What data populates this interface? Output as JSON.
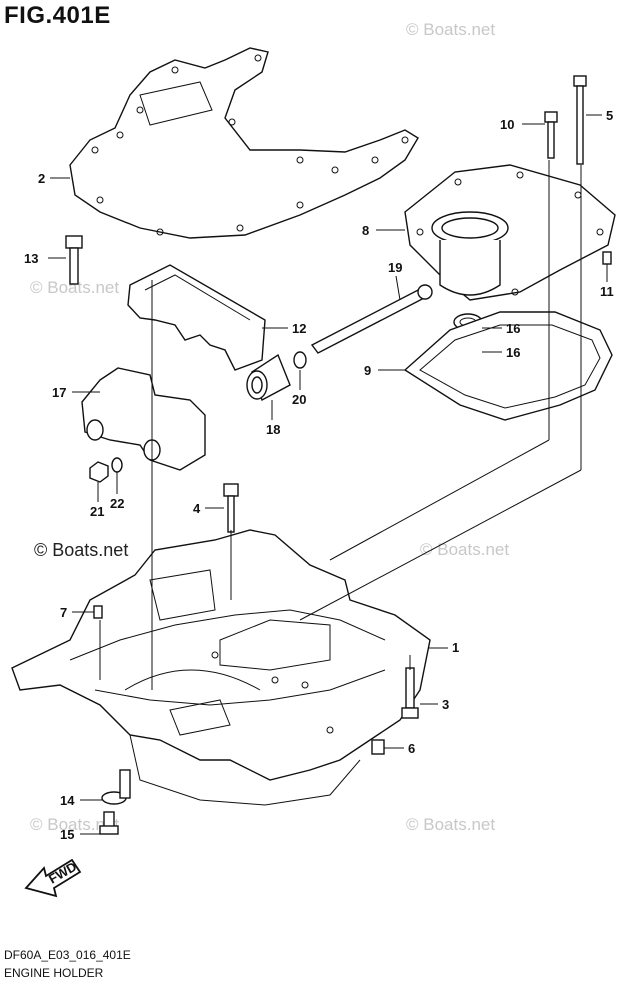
{
  "figure": {
    "title": "FIG.401E",
    "code": "DF60A_E03_016_401E",
    "description": "ENGINE HOLDER",
    "fwd_label": "FWD"
  },
  "watermarks": [
    "© Boats.net",
    "© Boats.net",
    "© Boats.net",
    "© Boats.net",
    "© Boats.net",
    "© Boats.net"
  ],
  "callouts": [
    "1",
    "2",
    "3",
    "4",
    "5",
    "6",
    "7",
    "8",
    "9",
    "10",
    "11",
    "12",
    "13",
    "14",
    "15",
    "16",
    "16",
    "17",
    "18",
    "19",
    "20",
    "21",
    "22"
  ]
}
